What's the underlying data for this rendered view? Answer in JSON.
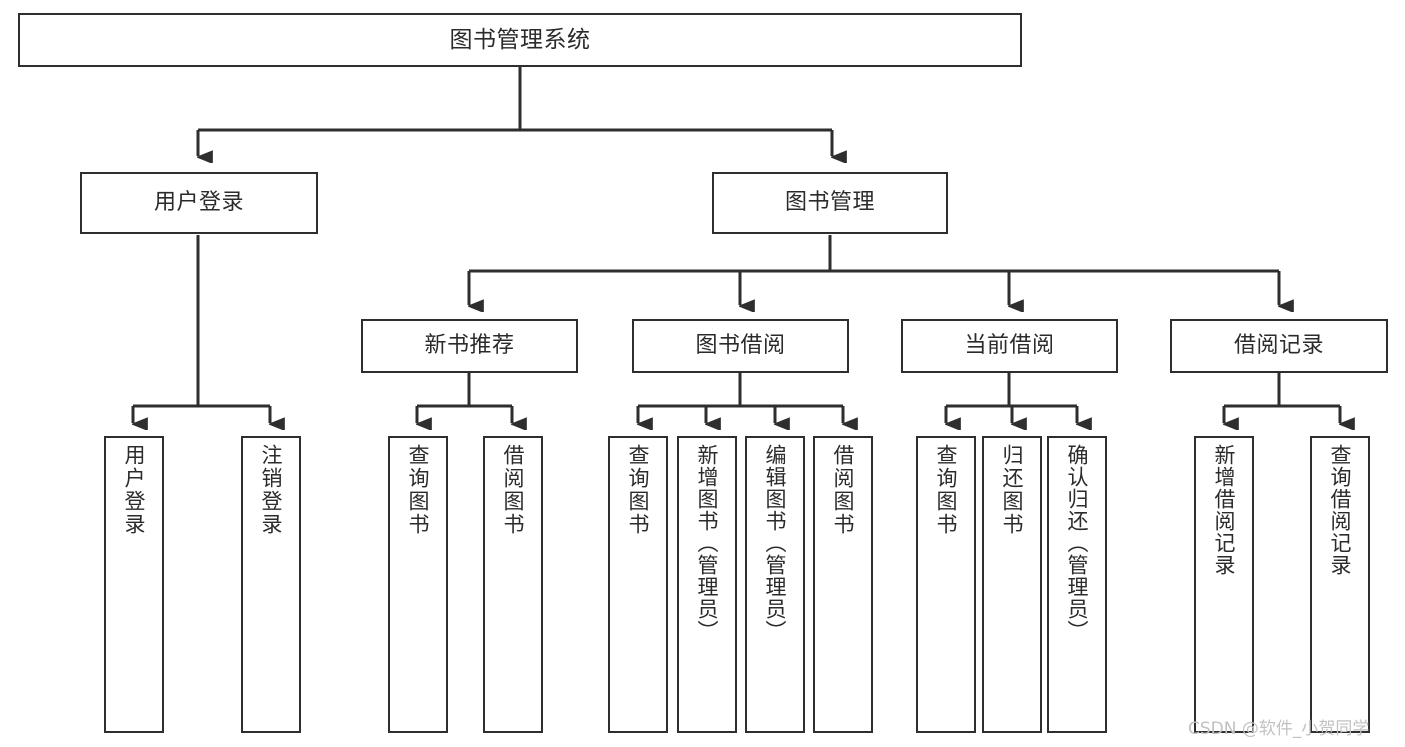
{
  "diagram": {
    "type": "tree-hierarchy-chart",
    "title": "图书管理系统",
    "stroke_color": "#2e2e2e",
    "text_color": "#2b2b2b",
    "background_color": "#ffffff",
    "levels": 4,
    "root": {
      "id": "root",
      "label": "图书管理系统"
    },
    "level2": [
      {
        "id": "user-login",
        "label": "用户登录"
      },
      {
        "id": "book-manage",
        "label": "图书管理"
      }
    ],
    "level3": [
      {
        "id": "new-book-recommend",
        "label": "新书推荐",
        "parent": "book-manage"
      },
      {
        "id": "book-borrow",
        "label": "图书借阅",
        "parent": "book-manage"
      },
      {
        "id": "current-borrow",
        "label": "当前借阅",
        "parent": "book-manage"
      },
      {
        "id": "borrow-record",
        "label": "借阅记录",
        "parent": "book-manage"
      }
    ],
    "leaves": [
      {
        "id": "leaf-user-login",
        "label": "用户登录",
        "parent": "user-login"
      },
      {
        "id": "leaf-user-logout",
        "label": "注销登录",
        "parent": "user-login"
      },
      {
        "id": "leaf-query-book-1",
        "label": "查询图书",
        "parent": "new-book-recommend"
      },
      {
        "id": "leaf-borrow-book-1",
        "label": "借阅图书",
        "parent": "new-book-recommend"
      },
      {
        "id": "leaf-query-book-2",
        "label": "查询图书",
        "parent": "book-borrow"
      },
      {
        "id": "leaf-add-book",
        "label": "新增图书（管理员）",
        "parent": "book-borrow"
      },
      {
        "id": "leaf-edit-book",
        "label": "编辑图书（管理员）",
        "parent": "book-borrow"
      },
      {
        "id": "leaf-borrow-book-2",
        "label": "借阅图书",
        "parent": "book-borrow"
      },
      {
        "id": "leaf-query-book-3",
        "label": "查询图书",
        "parent": "current-borrow"
      },
      {
        "id": "leaf-return-book",
        "label": "归还图书",
        "parent": "current-borrow"
      },
      {
        "id": "leaf-confirm-return",
        "label": "确认归还（管理员）",
        "parent": "current-borrow"
      },
      {
        "id": "leaf-add-record",
        "label": "新增借阅记录",
        "parent": "borrow-record"
      },
      {
        "id": "leaf-query-record",
        "label": "查询借阅记录",
        "parent": "borrow-record"
      }
    ]
  },
  "watermark": {
    "text": "CSDN @软件_小贺同学"
  }
}
